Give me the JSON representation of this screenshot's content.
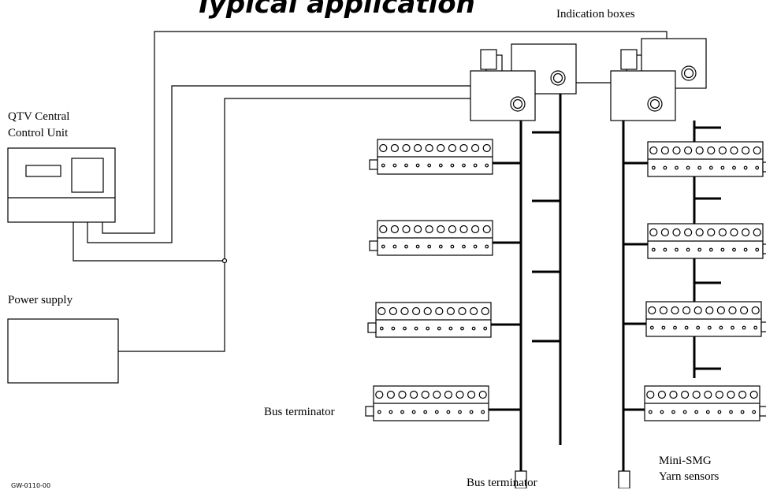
{
  "title": "Typical application",
  "labels": {
    "indication_boxes": "Indication boxes",
    "central_unit_line1": "QTV Central",
    "central_unit_line2": "Control Unit",
    "power_supply": "Power supply",
    "bus_terminator_left": "Bus terminator",
    "bus_terminator_bottom": "Bus terminator",
    "sensors_line1": "Mini-SMG",
    "sensors_line2": "Yarn sensors"
  },
  "drawing_code": "GW-0110-00",
  "sensor_rows": {
    "large_holes_per_sensor": 10,
    "small_holes_per_sensor": 10
  }
}
